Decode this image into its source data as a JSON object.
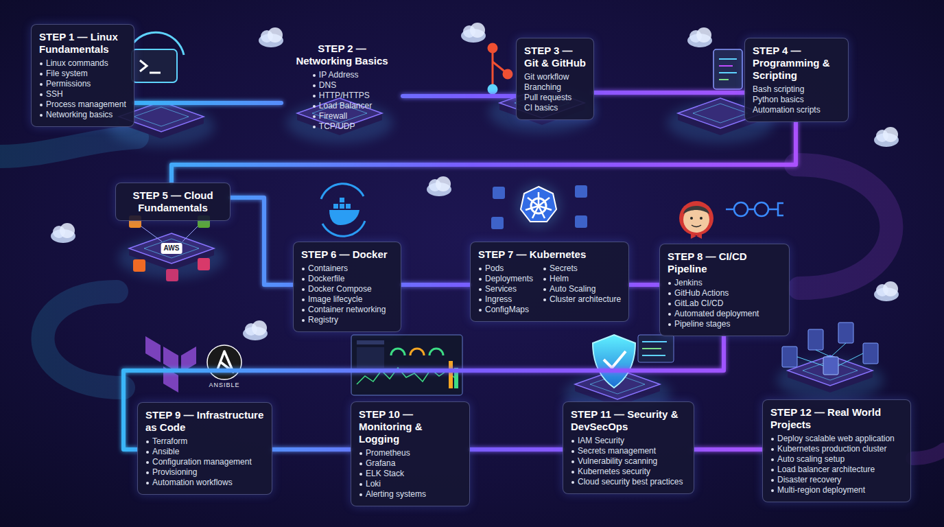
{
  "diagram": {
    "nodes": [
      {
        "text": [
          "STEP 1 — Linux Fundamentals",
          "Linux commands",
          "File system",
          "Permissions",
          "SSH",
          "Process management",
          "Networking basics"
        ]
      },
      {
        "text": [
          "STEP 2 — Networking Basics",
          "IP Address",
          "DNS",
          "HTTP/HTTPS",
          "Load Balancer",
          "Firewall",
          "TCP/UDP"
        ]
      },
      {
        "text": [
          "STEP 3 — Git & GitHub",
          "Git workflow",
          "Branching",
          "Pull requests",
          "CI basics"
        ]
      },
      {
        "text": [
          "STEP 4 — Programming & Scripting",
          "Bash scripting",
          "Python basics",
          "Automation scripts"
        ]
      },
      {
        "text": [
          "STEP 5 — Cloud Fundamentals"
        ]
      },
      {
        "text": [
          "STEP 6 — Docker",
          "Containers",
          "Dockerfile",
          "Docker Compose",
          "Image lifecycle",
          "Container networking",
          "Registry"
        ]
      },
      {
        "text": [
          "STEP 7 — Kubernetes",
          "Pods",
          "Deployments",
          "Services",
          "Ingress",
          "ConfigMaps",
          "Secrets",
          "Helm",
          "Auto Scaling",
          "Cluster architecture"
        ]
      },
      {
        "text": [
          "STEP 8 — CI/CD Pipeline",
          "Jenkins",
          "GitHub Actions",
          "GitLab CI/CD",
          "Automated deployment",
          "Pipeline stages"
        ]
      },
      {
        "text": [
          "STEP 9 — Infrastructure as Code",
          "Terraform",
          "Ansible",
          "Configuration management",
          "Provisioning",
          "Automation workflows"
        ]
      },
      {
        "text": [
          "STEP 10 — Monitoring & Logging",
          "Prometheus",
          "Grafana",
          "ELK Stack",
          "Loki",
          "Alerting systems"
        ]
      },
      {
        "text": [
          "STEP 11 — Security & DevSecOps",
          "IAM Security",
          "Secrets management",
          "Vulnerability scanning",
          "Kubernetes security",
          "Cloud security best practices"
        ]
      },
      {
        "text": [
          "STEP 12 — Real World Projects",
          "Deploy scalable web application",
          "Kubernetes production cluster",
          "Auto scaling setup",
          "Load balancer architecture",
          "Disaster recovery",
          "Multi-region deployment"
        ]
      }
    ],
    "edges": [
      {
        "from": 0,
        "to": 1,
        "arrow": "none"
      },
      {
        "from": 1,
        "to": 2,
        "arrow": "none"
      },
      {
        "from": 2,
        "to": 3,
        "arrow": "none"
      },
      {
        "from": 3,
        "to": 4,
        "arrow": "none"
      },
      {
        "from": 4,
        "to": 5,
        "arrow": "none"
      },
      {
        "from": 5,
        "to": 6,
        "arrow": "none"
      },
      {
        "from": 6,
        "to": 7,
        "arrow": "none"
      },
      {
        "from": 7,
        "to": 8,
        "arrow": "none"
      },
      {
        "from": 8,
        "to": 9,
        "arrow": "none"
      },
      {
        "from": 9,
        "to": 10,
        "arrow": "none"
      },
      {
        "from": 10,
        "to": 11,
        "arrow": "none"
      }
    ],
    "labels": [
      "AWS",
      "ANSIBLE"
    ]
  }
}
